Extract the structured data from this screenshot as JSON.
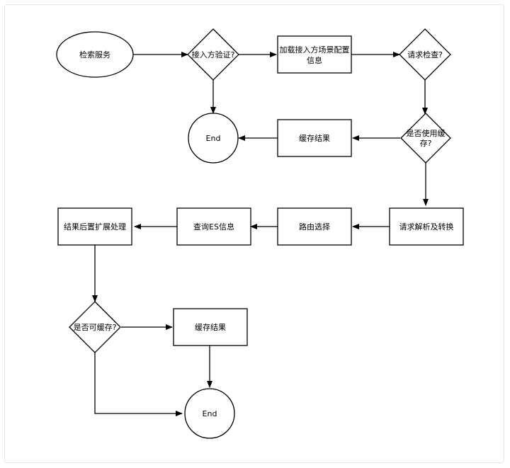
{
  "diagram": {
    "nodes": {
      "search_service": "检索服务",
      "access_verify": "接入方验证?",
      "load_config_line1": "加载接入方场景配置",
      "load_config_line2": "信息",
      "request_check": "请求检查?",
      "end_top": "End",
      "cache_result_top": "缓存结果",
      "use_cache_line1": "是否使用缓",
      "use_cache_line2": "存?",
      "result_post": "结果后置扩展处理",
      "query_es": "查询ES信息",
      "route_select": "路由选择",
      "parse_convert": "请求解析及转换",
      "can_cache": "是否可缓存?",
      "cache_result_bottom": "缓存结果",
      "end_bottom": "End"
    }
  },
  "colors": {
    "stroke": "#000000",
    "fill": "#ffffff",
    "text": "#000000"
  }
}
